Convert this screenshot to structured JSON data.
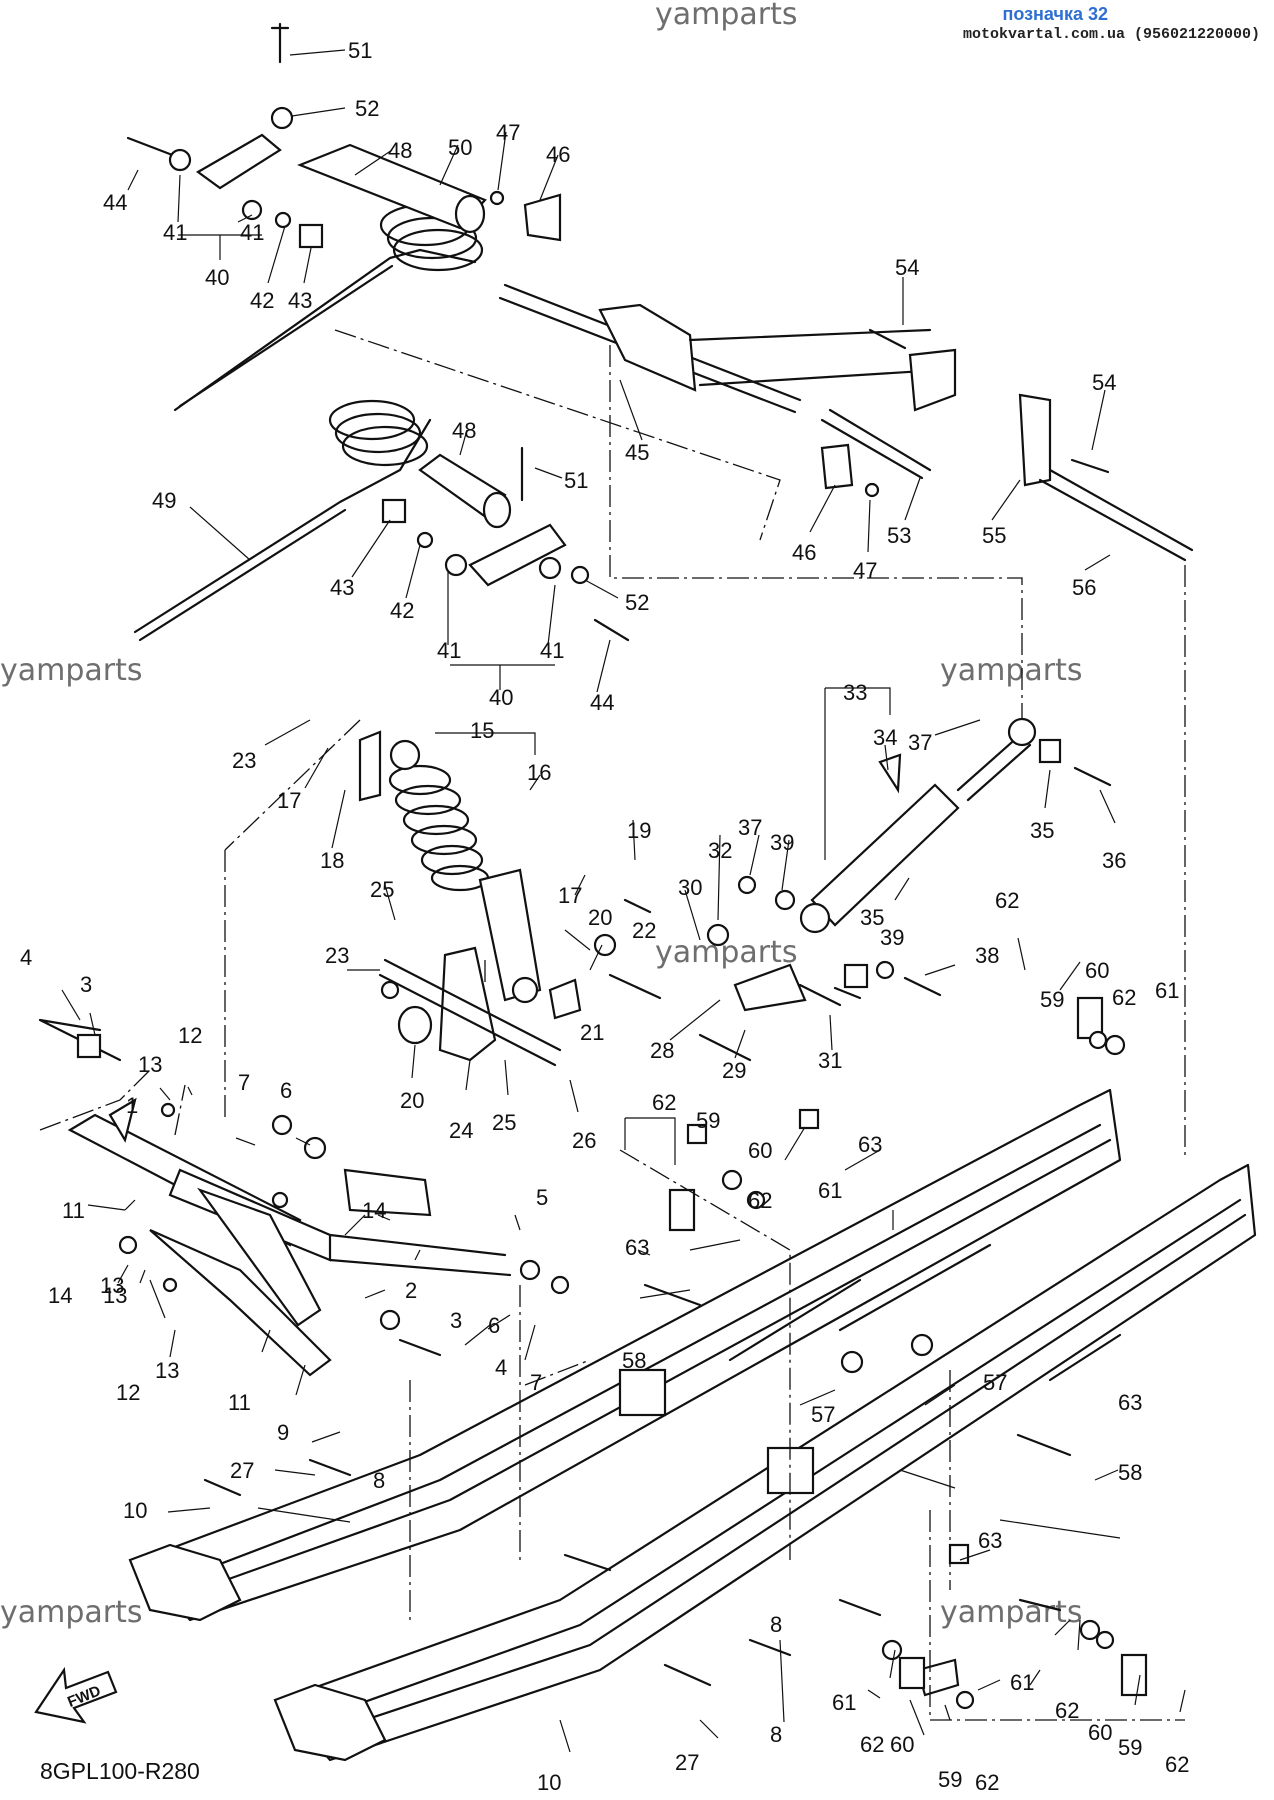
{
  "header": {
    "label": "позначка 32",
    "site": "motokvartal.com.ua (956021220000)"
  },
  "watermark": "yamparts",
  "reference_code": "8GPL100-R280",
  "fwd_label": "FWD",
  "callouts": [
    {
      "text": "51"
    },
    {
      "text": "52"
    },
    {
      "text": "44"
    },
    {
      "text": "41"
    },
    {
      "text": "41"
    },
    {
      "text": "40"
    },
    {
      "text": "42"
    },
    {
      "text": "43"
    },
    {
      "text": "48"
    },
    {
      "text": "50"
    },
    {
      "text": "47"
    },
    {
      "text": "46"
    },
    {
      "text": "54"
    },
    {
      "text": "54"
    },
    {
      "text": "45"
    },
    {
      "text": "46"
    },
    {
      "text": "47"
    },
    {
      "text": "53"
    },
    {
      "text": "55"
    },
    {
      "text": "56"
    },
    {
      "text": "49"
    },
    {
      "text": "48"
    },
    {
      "text": "51"
    },
    {
      "text": "43"
    },
    {
      "text": "42"
    },
    {
      "text": "41"
    },
    {
      "text": "41"
    },
    {
      "text": "52"
    },
    {
      "text": "40"
    },
    {
      "text": "44"
    },
    {
      "text": "15"
    },
    {
      "text": "16"
    },
    {
      "text": "23"
    },
    {
      "text": "17"
    },
    {
      "text": "18"
    },
    {
      "text": "19"
    },
    {
      "text": "17"
    },
    {
      "text": "33"
    },
    {
      "text": "34"
    },
    {
      "text": "37"
    },
    {
      "text": "35"
    },
    {
      "text": "36"
    },
    {
      "text": "37"
    },
    {
      "text": "39"
    },
    {
      "text": "32"
    },
    {
      "text": "30"
    },
    {
      "text": "25"
    },
    {
      "text": "23"
    },
    {
      "text": "20"
    },
    {
      "text": "22"
    },
    {
      "text": "21"
    },
    {
      "text": "35"
    },
    {
      "text": "39"
    },
    {
      "text": "38"
    },
    {
      "text": "62"
    },
    {
      "text": "59"
    },
    {
      "text": "60"
    },
    {
      "text": "62"
    },
    {
      "text": "61"
    },
    {
      "text": "28"
    },
    {
      "text": "31"
    },
    {
      "text": "29"
    },
    {
      "text": "20"
    },
    {
      "text": "24"
    },
    {
      "text": "25"
    },
    {
      "text": "26"
    },
    {
      "text": "4"
    },
    {
      "text": "3"
    },
    {
      "text": "12"
    },
    {
      "text": "13"
    },
    {
      "text": "7"
    },
    {
      "text": "6"
    },
    {
      "text": "1"
    },
    {
      "text": "11"
    },
    {
      "text": "14"
    },
    {
      "text": "13"
    },
    {
      "text": "5"
    },
    {
      "text": "14"
    },
    {
      "text": "13"
    },
    {
      "text": "2"
    },
    {
      "text": "3"
    },
    {
      "text": "4"
    },
    {
      "text": "6"
    },
    {
      "text": "7"
    },
    {
      "text": "12"
    },
    {
      "text": "13"
    },
    {
      "text": "11"
    },
    {
      "text": "9"
    },
    {
      "text": "62"
    },
    {
      "text": "59"
    },
    {
      "text": "60"
    },
    {
      "text": "62"
    },
    {
      "text": "63"
    },
    {
      "text": "61"
    },
    {
      "text": "63"
    },
    {
      "text": "58"
    },
    {
      "text": "57"
    },
    {
      "text": "57"
    },
    {
      "text": "63"
    },
    {
      "text": "58"
    },
    {
      "text": "8"
    },
    {
      "text": "27"
    },
    {
      "text": "8"
    },
    {
      "text": "10"
    },
    {
      "text": "63"
    },
    {
      "text": "61"
    },
    {
      "text": "62"
    },
    {
      "text": "60"
    },
    {
      "text": "59"
    },
    {
      "text": "62"
    },
    {
      "text": "8"
    },
    {
      "text": "27"
    },
    {
      "text": "10"
    },
    {
      "text": "61"
    },
    {
      "text": "62"
    },
    {
      "text": "60"
    },
    {
      "text": "59"
    },
    {
      "text": "62"
    }
  ]
}
